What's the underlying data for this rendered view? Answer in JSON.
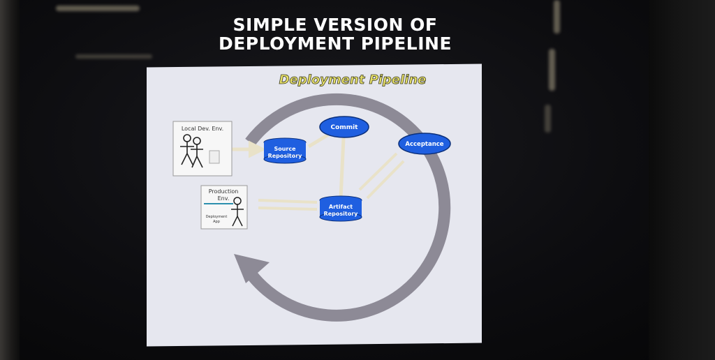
{
  "slide": {
    "title_line1": "SIMPLE VERSION OF",
    "title_line2": "DEPLOYMENT PIPELINE"
  },
  "diagram": {
    "heading": "Deployment Pipeline",
    "nodes": {
      "local_env": "Local Dev. Env.",
      "source_repo_line1": "Source",
      "source_repo_line2": "Repository",
      "commit": "Commit",
      "acceptance": "Acceptance",
      "artifact_repo_line1": "Artifact",
      "artifact_repo_line2": "Repository",
      "production_line1": "Production",
      "production_line2": "Env.",
      "deployed_app_line1": "Deployment",
      "deployed_app_line2": "App"
    },
    "colors": {
      "node_fill": "#1f5fe0",
      "cycle_arrow": "#8d8a96",
      "flow_arrow": "#e9e2c8",
      "heading_fill": "#e9e26a"
    }
  }
}
